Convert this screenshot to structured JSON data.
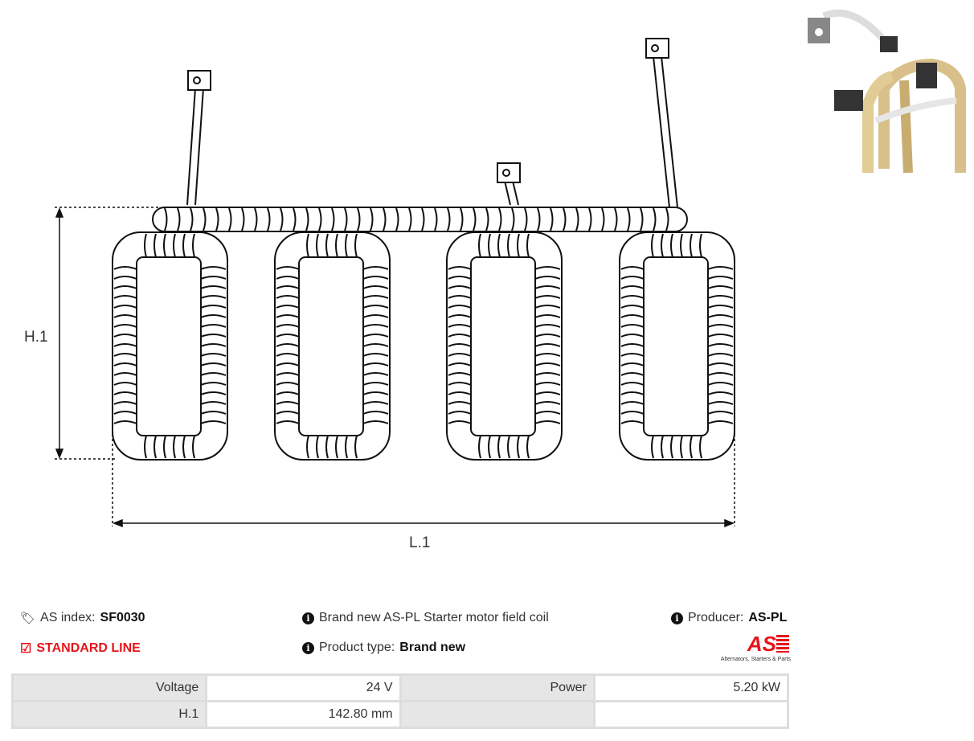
{
  "drawing": {
    "height_label": "H.1",
    "length_label": "L.1"
  },
  "info": {
    "as_index_label": "AS index:",
    "as_index_value": "SF0030",
    "line_label": "STANDARD LINE",
    "description": "Brand new AS-PL Starter motor field coil",
    "product_type_label": "Product type:",
    "product_type_value": "Brand new",
    "producer_label": "Producer:",
    "producer_value": "AS-PL",
    "logo_text": "AS",
    "logo_tagline": "Alternators, Starters & Parts"
  },
  "specs": [
    {
      "label": "Voltage",
      "value": "24 V",
      "label2": "Power",
      "value2": "5.20 kW"
    },
    {
      "label": "H.1",
      "value": "142.80 mm",
      "label2": "",
      "value2": ""
    }
  ],
  "colors": {
    "accent": "#e8141b"
  }
}
